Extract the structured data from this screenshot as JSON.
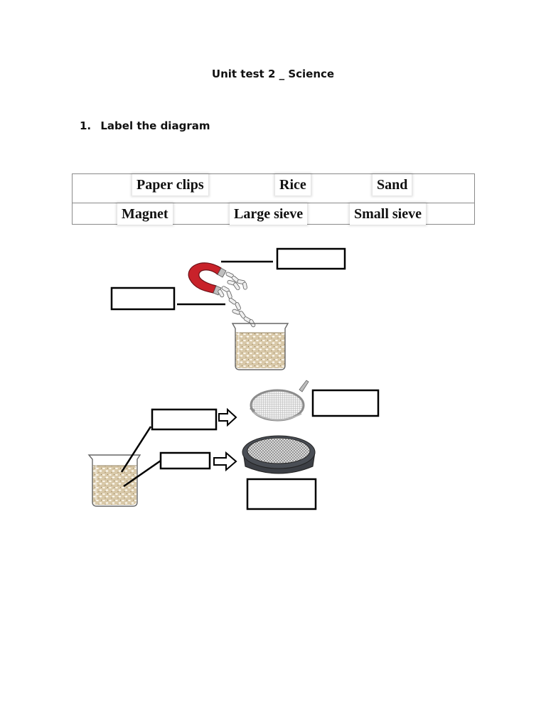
{
  "worksheet": {
    "title": "Unit test 2 _ Science",
    "question": {
      "number": "1.",
      "text": "Label the diagram"
    }
  },
  "word_bank": {
    "row1": [
      "Paper clips",
      "Rice",
      "Sand"
    ],
    "row2": [
      "Magnet",
      "Large sieve",
      "Small sieve"
    ]
  },
  "diagram": {
    "answer_boxes": [
      "blank-paper-clips",
      "blank-magnet",
      "blank-small-sieve-top",
      "blank-rice-top",
      "blank-sand",
      "blank-large-sieve"
    ],
    "icons": [
      "magnet-icon",
      "paper-clips-icon",
      "beaker-icon",
      "small-sieve-icon",
      "large-sieve-icon",
      "arrow-icon"
    ]
  }
}
